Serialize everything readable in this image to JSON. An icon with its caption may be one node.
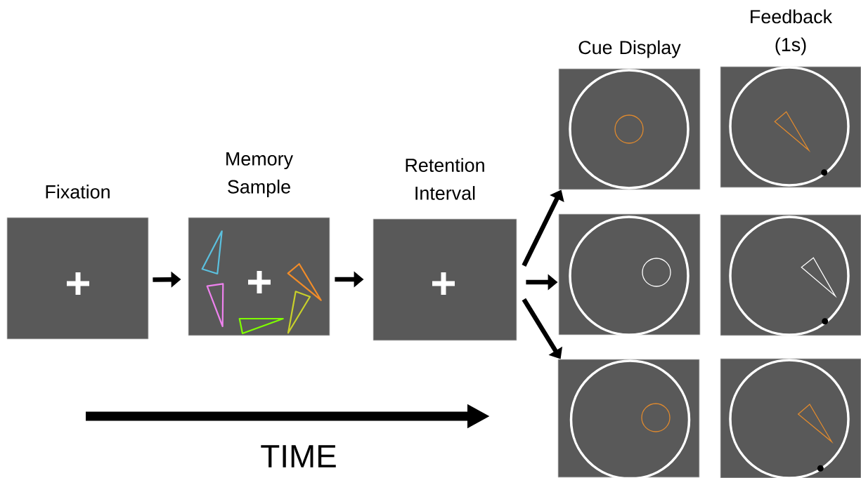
{
  "diagram": {
    "nodes": [
      {
        "text": [
          "Fixation"
        ]
      },
      {
        "text": [
          "Memory Sample"
        ]
      },
      {
        "text": [
          "Retention Interval"
        ]
      },
      {
        "text": [
          "Cue Display"
        ]
      },
      {
        "text": [
          "Feedback (1s)"
        ]
      },
      {
        "text": [],
        "shape": "picture"
      },
      {
        "text": [],
        "shape": "picture"
      },
      {
        "text": [],
        "shape": "picture"
      },
      {
        "text": [],
        "shape": "picture"
      }
    ],
    "edges": [
      {
        "from": 0,
        "to": 1,
        "arrow": "to"
      },
      {
        "from": 1,
        "to": 2,
        "arrow": "to"
      },
      {
        "from": 2,
        "to": 3,
        "arrow": "to"
      },
      {
        "from": 2,
        "to": 5,
        "arrow": "to"
      },
      {
        "from": 2,
        "to": 7,
        "arrow": "to"
      }
    ],
    "labels": [
      "TIME"
    ]
  }
}
